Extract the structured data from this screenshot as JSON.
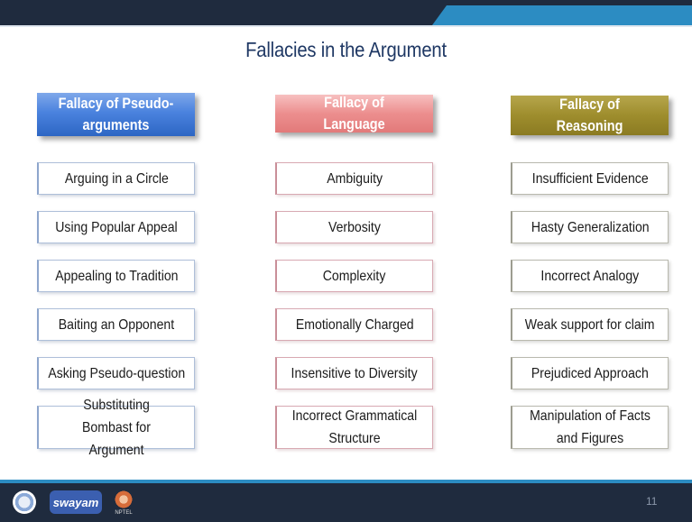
{
  "slide": {
    "title": "Fallacies in the Argument",
    "number": "11"
  },
  "columns": [
    {
      "header": "Fallacy of Pseudo-arguments",
      "header_color": "#4a82de",
      "items": [
        "Arguing in a Circle",
        "Using Popular Appeal",
        "Appealing to Tradition",
        "Baiting an Opponent",
        "Asking Pseudo-question",
        "Substituting Bombast for Argument"
      ]
    },
    {
      "header": "Fallacy of Language",
      "header_color": "#ec8e8e",
      "items": [
        "Ambiguity",
        "Verbosity",
        "Complexity",
        "Emotionally Charged",
        "Insensitive to Diversity",
        "Incorrect Grammatical Structure"
      ]
    },
    {
      "header": "Fallacy of Reasoning",
      "header_color": "#9e8d2d",
      "items": [
        "Insufficient Evidence",
        "Hasty Generalization",
        "Incorrect Analogy",
        "Weak support for claim",
        "Prejudiced Approach",
        "Manipulation of Facts and Figures"
      ]
    }
  ],
  "footer": {
    "logos": [
      "mhrd-logo",
      "swayam-logo",
      "nptel-logo"
    ],
    "swayam_text": "swayam",
    "nptel_caption": "NPTEL"
  },
  "colors": {
    "top_bar": "#1f2b3e",
    "accent": "#2c8cc2",
    "title": "#1f3864"
  }
}
